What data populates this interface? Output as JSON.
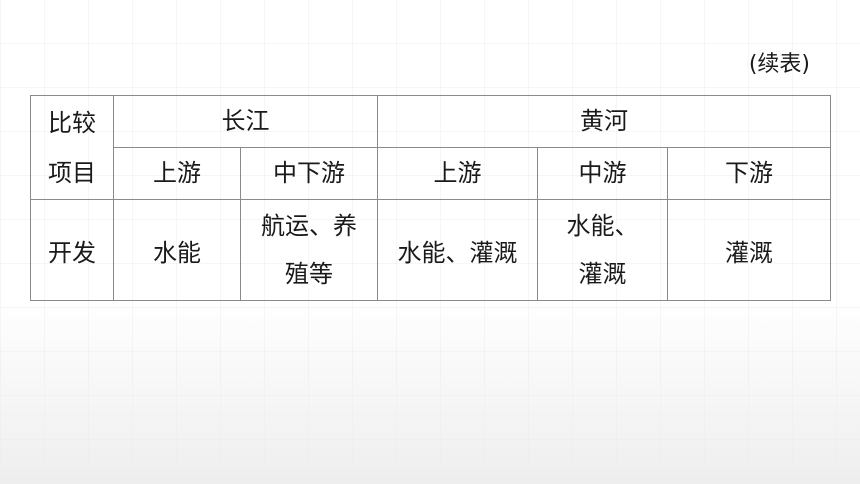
{
  "continued_label": "(续表)",
  "table": {
    "item_label_line1": "比较",
    "item_label_line2": "项目",
    "river_yangtze": "长江",
    "river_yellow": "黄河",
    "yangtze_sections": [
      "上游",
      "中下游"
    ],
    "yellow_sections": [
      "上游",
      "中游",
      "下游"
    ],
    "row_label": "开发",
    "yangtze_upper": "水能",
    "yangtze_middle_lower_line1": "航运、养",
    "yangtze_middle_lower_line2": "殖等",
    "yellow_upper": "水能、灌溉",
    "yellow_middle_line1": "水能、",
    "yellow_middle_line2": "灌溉",
    "yellow_lower": "灌溉"
  }
}
